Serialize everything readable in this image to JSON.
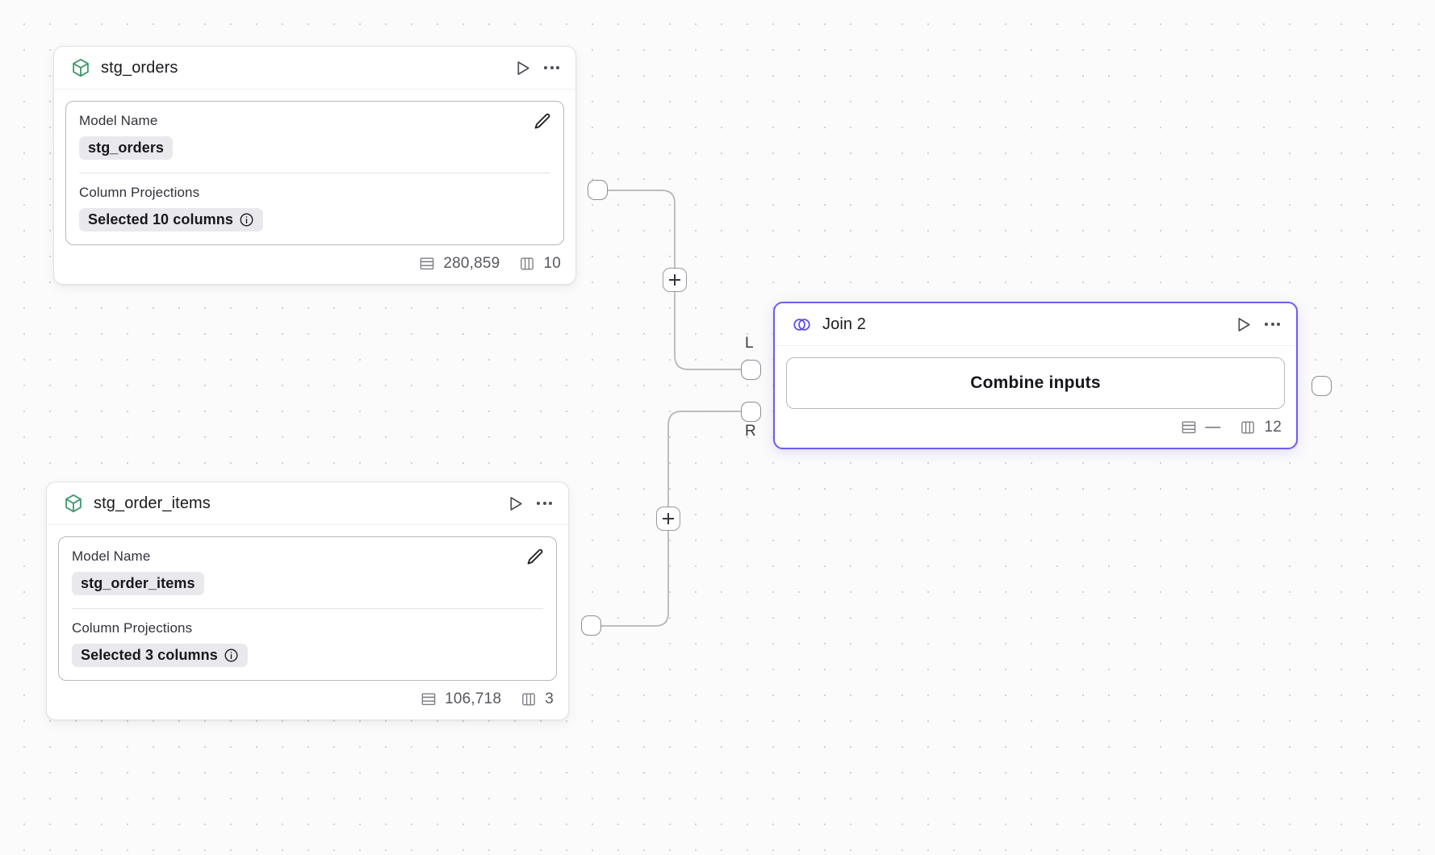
{
  "canvas": {
    "background_color": "#fbfbfb",
    "grid_dot_color": "#d3d1d6",
    "accent_color": "#6d5cf0",
    "model_icon_color": "#41996e"
  },
  "nodes": [
    {
      "id": "stg_orders",
      "kind": "model",
      "icon": "cube-icon",
      "title": "stg_orders",
      "run_icon": "play-icon",
      "menu_icon": "kebab-menu-icon",
      "edit_icon": "pencil-icon",
      "props": [
        {
          "label": "Model Name",
          "value": "stg_orders",
          "info": false
        },
        {
          "label": "Column Projections",
          "value": "Selected 10 columns",
          "info": true
        }
      ],
      "stats": {
        "rows_icon": "rows-icon",
        "rows": "280,859",
        "columns_icon": "columns-icon",
        "columns": "10"
      }
    },
    {
      "id": "stg_order_items",
      "kind": "model",
      "icon": "cube-icon",
      "title": "stg_order_items",
      "run_icon": "play-icon",
      "menu_icon": "kebab-menu-icon",
      "edit_icon": "pencil-icon",
      "props": [
        {
          "label": "Model Name",
          "value": "stg_order_items",
          "info": false
        },
        {
          "label": "Column Projections",
          "value": "Selected 3 columns",
          "info": true
        }
      ],
      "stats": {
        "rows_icon": "rows-icon",
        "rows": "106,718",
        "columns_icon": "columns-icon",
        "columns": "3"
      }
    },
    {
      "id": "join_2",
      "kind": "join",
      "icon": "venn-icon",
      "title": "Join 2",
      "selected": true,
      "run_icon": "play-icon",
      "menu_icon": "kebab-menu-icon",
      "action_label": "Combine inputs",
      "input_port_labels": {
        "left": "L",
        "right": "R"
      },
      "stats": {
        "rows_icon": "rows-icon",
        "rows": "—",
        "columns_icon": "columns-icon",
        "columns": "12"
      }
    }
  ],
  "edges": [
    {
      "id": "edge-orders-to-join-left",
      "add_label": "+"
    },
    {
      "id": "edge-order-items-to-join-right",
      "add_label": "+"
    }
  ]
}
